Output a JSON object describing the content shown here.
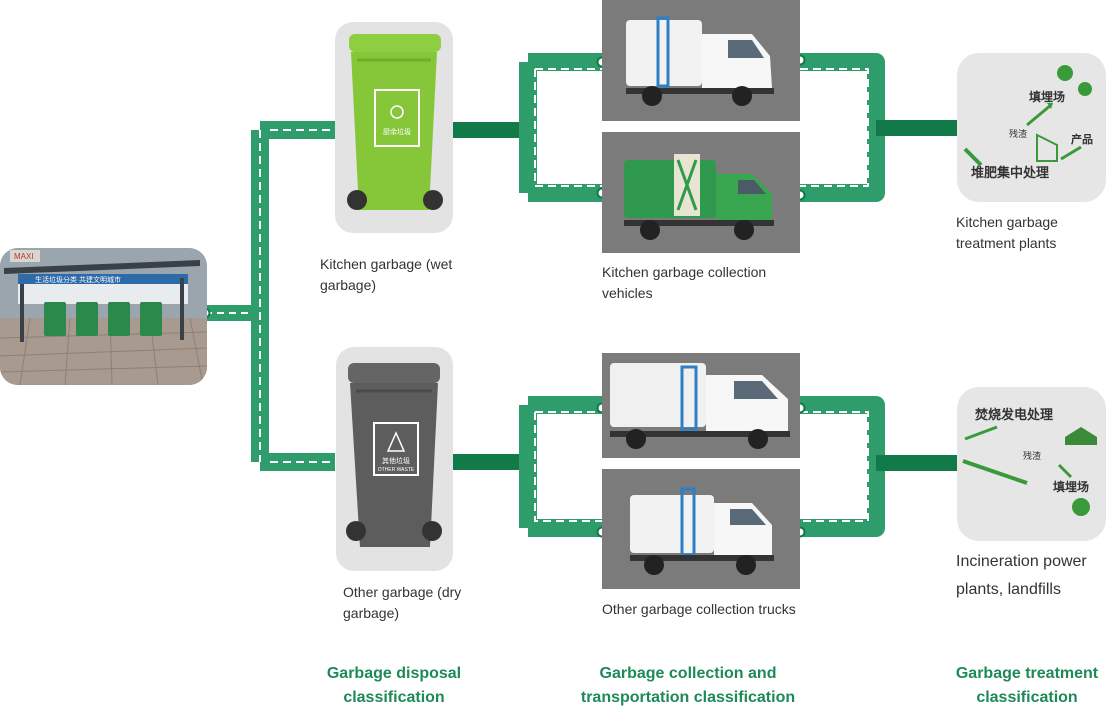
{
  "colors": {
    "pipe": "#2f9c6b",
    "pipe_dark": "#117a48",
    "accent_text": "#1d8a57",
    "green_bin": "#86c73a",
    "gray_bin": "#5d5d5d",
    "panel_bg": "#7b7b7b"
  },
  "sources": {
    "station_sign": "MAXI",
    "station_banner": "生活垃圾分类 共建文明城市"
  },
  "bins": {
    "kitchen": {
      "label": "Kitchen garbage (wet garbage)",
      "bin_text": "厨余垃圾"
    },
    "other": {
      "label": "Other garbage (dry garbage)",
      "bin_text": "其他垃圾",
      "bin_subtext": "OTHER WASTE"
    }
  },
  "vehicles": {
    "kitchen_label": "Kitchen garbage collection vehicles",
    "other_label": "Other garbage collection trucks"
  },
  "plants": {
    "kitchen": {
      "label": "Kitchen garbage treatment plants",
      "texts": [
        "填埋场",
        "残渣",
        "产品",
        "堆肥集中处理"
      ]
    },
    "other": {
      "label": "Incineration power plants, landfills",
      "texts": [
        "焚烧发电处理",
        "残渣",
        "填埋场"
      ]
    }
  },
  "categories": {
    "disposal": "Garbage disposal classification",
    "transport": "Garbage collection and transportation classification",
    "treatment": "Garbage treatment classification"
  }
}
